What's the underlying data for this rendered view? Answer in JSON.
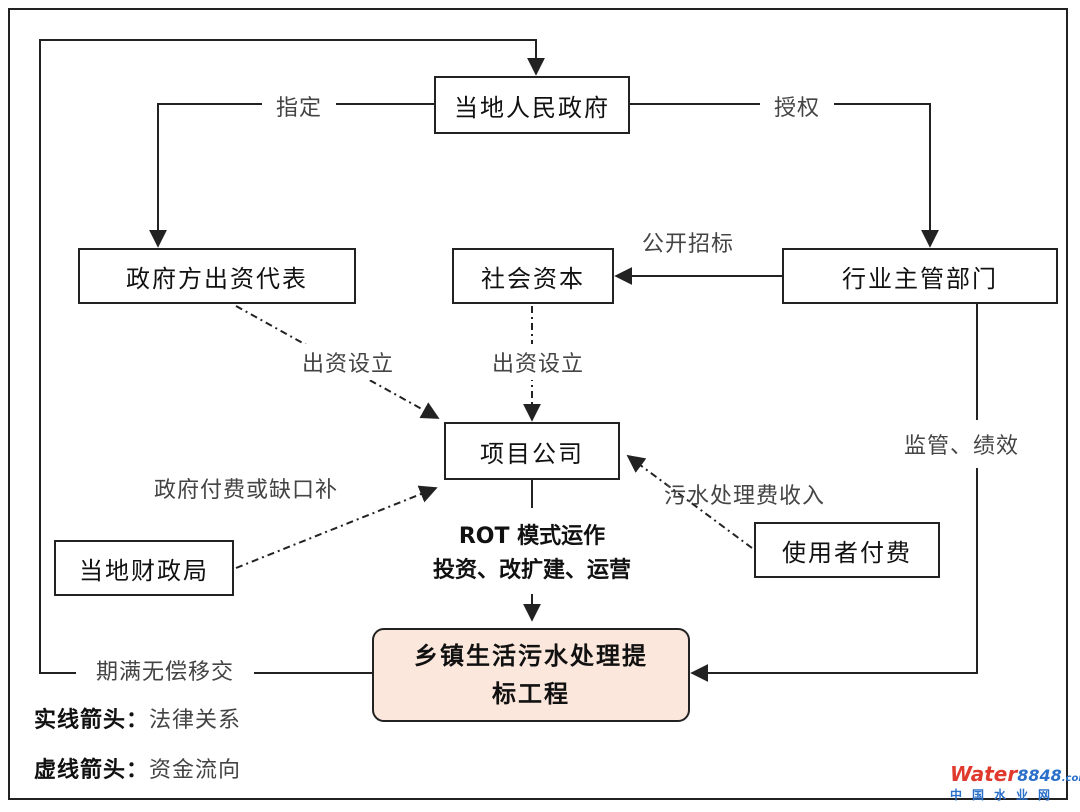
{
  "nodes": {
    "gov": "当地人民政府",
    "gov_rep": "政府方出资代表",
    "social_capital": "社会资本",
    "industry_dept": "行业主管部门",
    "project_company": "项目公司",
    "finance_bureau": "当地财政局",
    "user_pay": "使用者付费",
    "final_project": "乡镇生活污水处理提标工程"
  },
  "edge_labels": {
    "designate": "指定",
    "authorize": "授权",
    "open_tender": "公开招标",
    "invest_setup_1": "出资设立",
    "invest_setup_2": "出资设立",
    "supervise": "监管、绩效",
    "gov_pay": "政府付费或缺口补",
    "sewage_income": "污水处理费收入",
    "rot_line1": "ROT 模式运作",
    "rot_line2": "投资、改扩建、运营",
    "transfer": "期满无偿移交"
  },
  "legend": {
    "solid_key": "实线箭头：",
    "solid_value": "法律关系",
    "dashed_key": "虚线箭头：",
    "dashed_value": "资金流向"
  },
  "watermark": {
    "brand_word": "Water",
    "brand_num": "8848",
    "brand_suffix": ".com",
    "brand_cn": "中国水业网"
  },
  "colors": {
    "line": "#222222",
    "final_fill": "#fbe7db",
    "watermark_red": "#e03a2e",
    "watermark_blue": "#2a6fc9"
  }
}
